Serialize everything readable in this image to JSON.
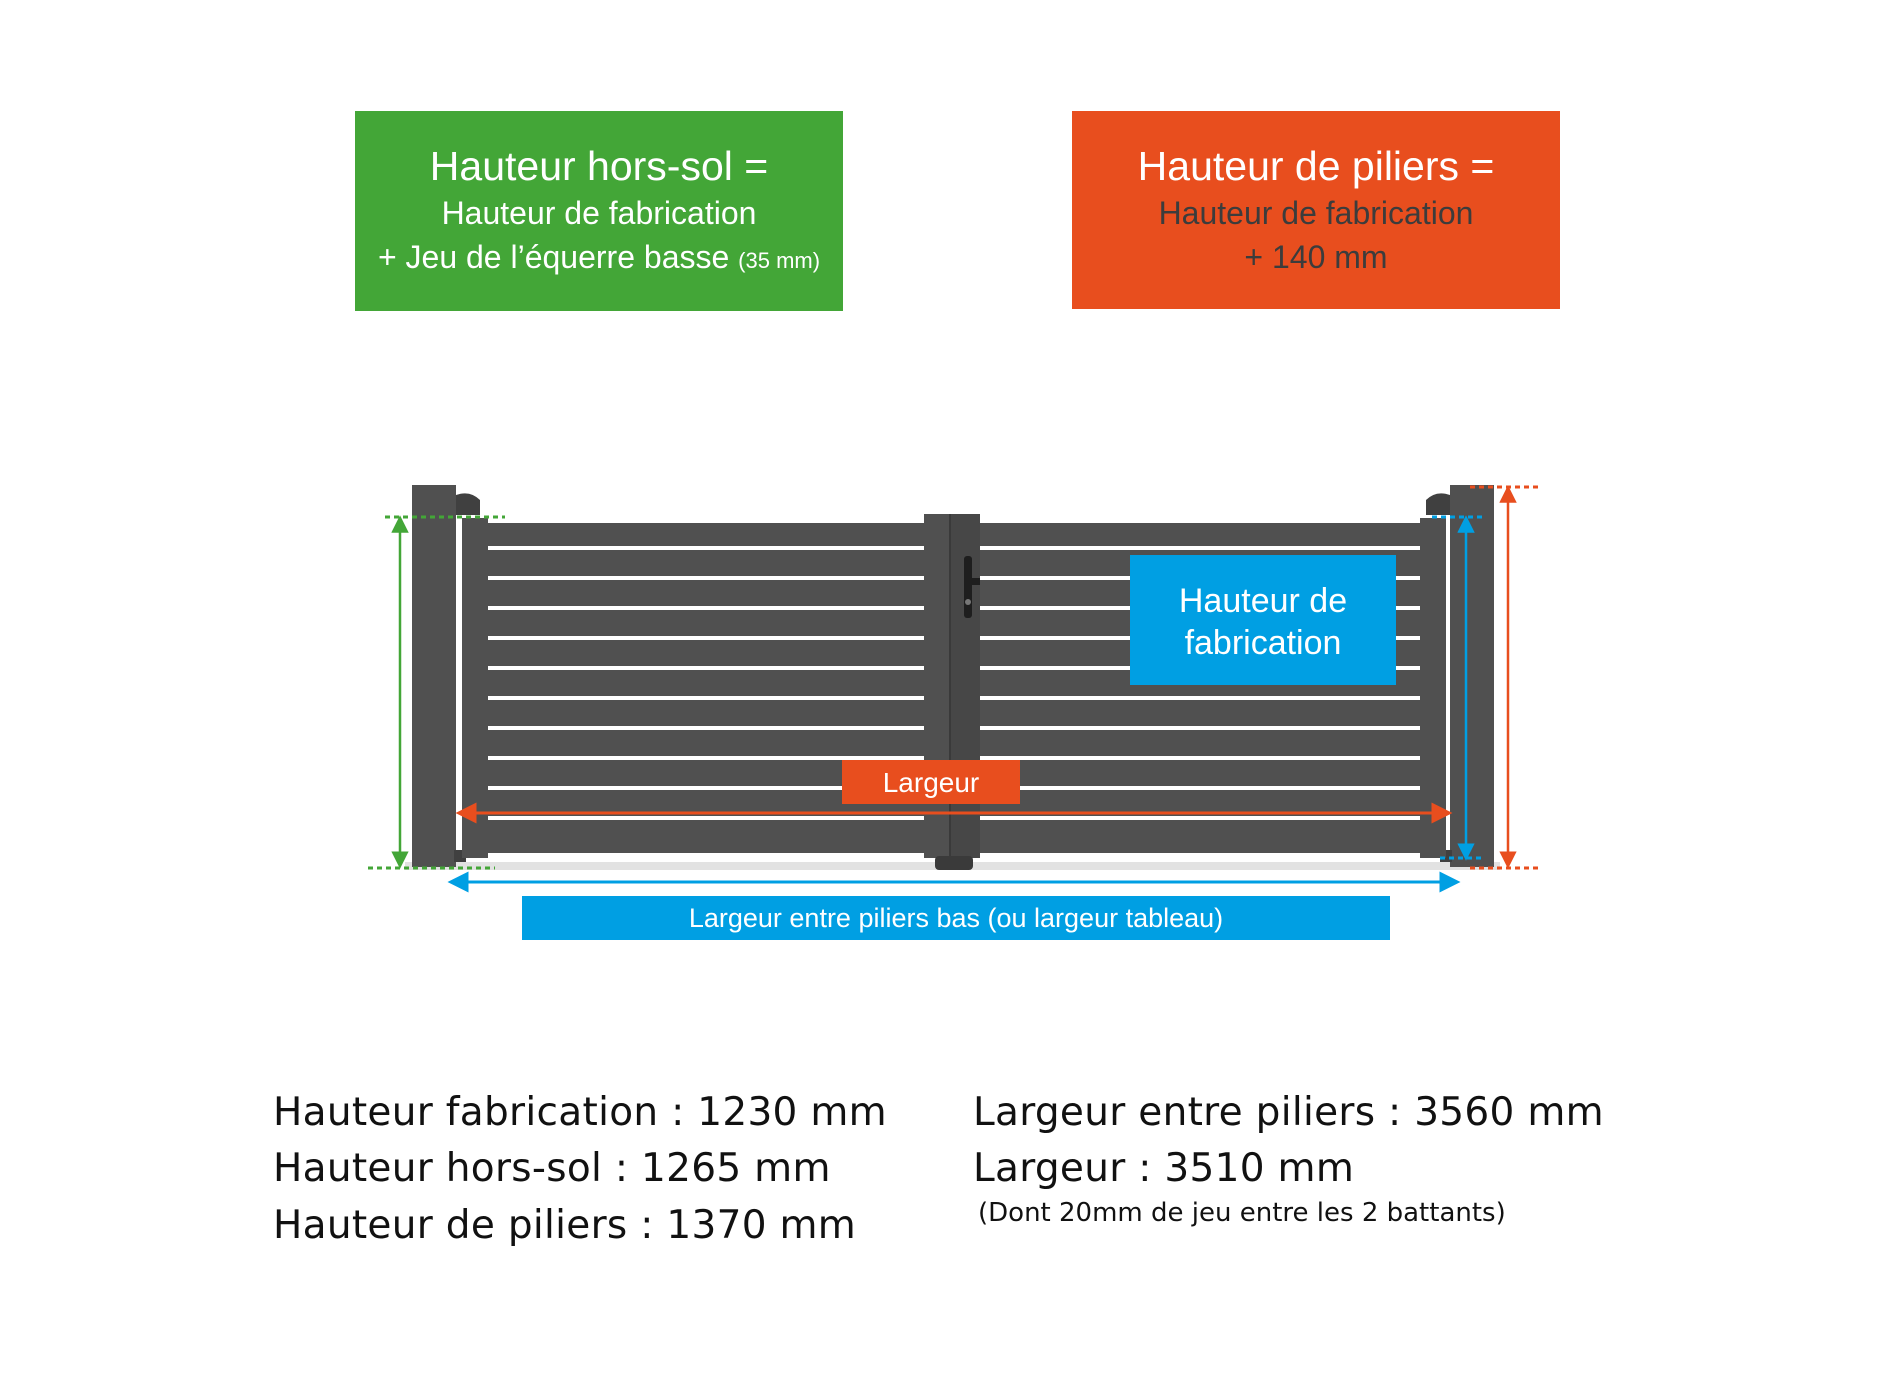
{
  "formula_hors_sol": {
    "title": "Hauteur hors-sol =",
    "line2": "Hauteur de fabrication",
    "line3": "+ Jeu de l’équerre basse",
    "line3_small": "(35 mm)",
    "color": "#43a637"
  },
  "formula_piliers": {
    "title": "Hauteur de piliers =",
    "line2": "Hauteur de fabrication",
    "line3": "+ 140 mm",
    "color": "#e84e1e"
  },
  "diagram": {
    "label_fabrication_1": "Hauteur de",
    "label_fabrication_2": "fabrication",
    "label_largeur": "Largeur",
    "label_largeur_piliers": "Largeur entre piliers bas (ou largeur tableau)",
    "colors": {
      "gate": "#505050",
      "green": "#43a637",
      "orange": "#e84e1e",
      "blue": "#009fe3"
    }
  },
  "specs": {
    "hauteur_fabrication": "Hauteur fabrication : 1230 mm",
    "hauteur_hors_sol": "Hauteur hors-sol : 1265 mm",
    "hauteur_piliers": "Hauteur de piliers : 1370 mm",
    "largeur_entre_piliers": "Largeur entre piliers : 3560 mm",
    "largeur": "Largeur : 3510 mm",
    "largeur_note": "(Dont 20mm de jeu entre les 2 battants)"
  }
}
